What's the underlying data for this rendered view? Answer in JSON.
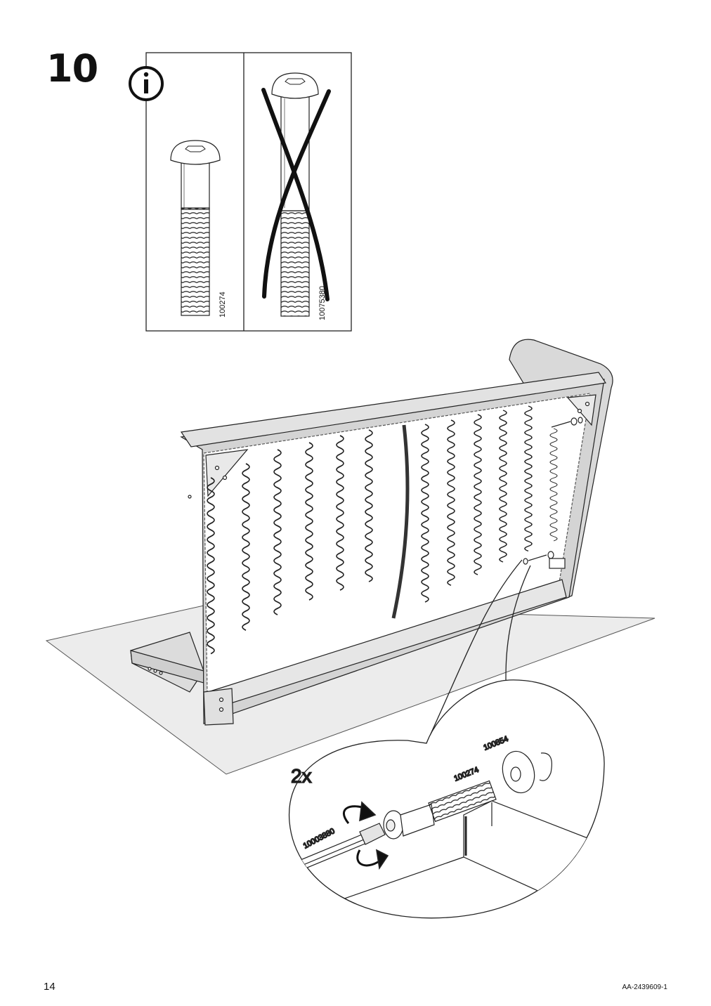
{
  "step": {
    "number": "10"
  },
  "info_panel": {
    "icon": "info-icon",
    "correct_part": "100274",
    "wrong_part": "10075380"
  },
  "detail": {
    "quantity": "2x",
    "tool_part": "10003880",
    "bolt_part": "100274",
    "washer_part": "100854"
  },
  "footer": {
    "page_number": "14",
    "doc_id": "AA-2439609-1"
  }
}
